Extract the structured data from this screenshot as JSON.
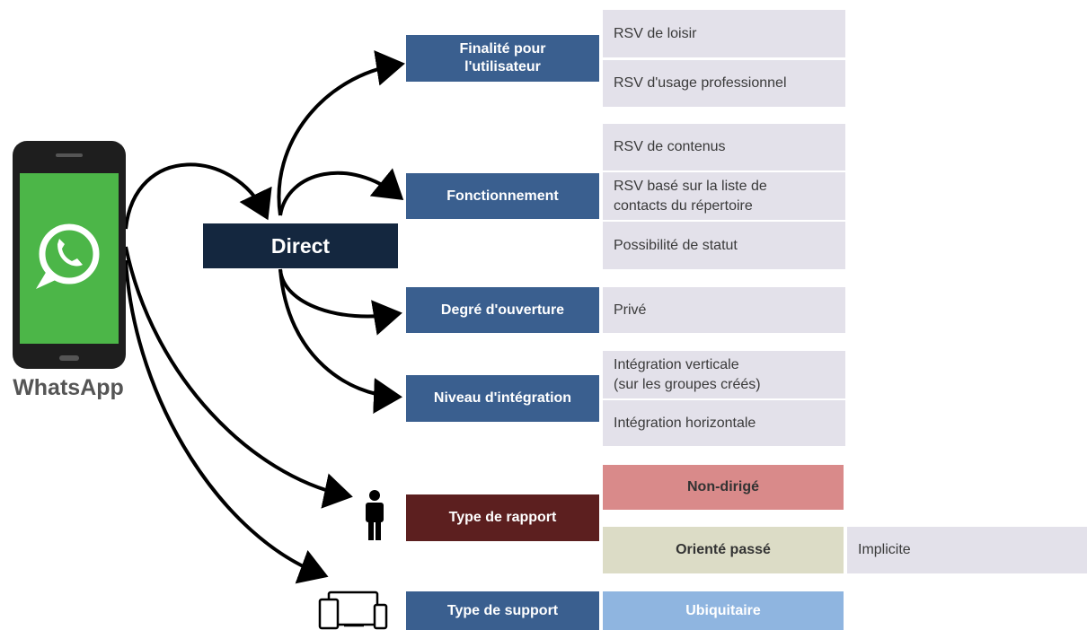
{
  "app_name": "WhatsApp",
  "hub": "Direct",
  "categories": {
    "finalite": "Finalité pour\nl'utilisateur",
    "fonctionnement": "Fonctionnement",
    "ouverture": "Degré d'ouverture",
    "integration": "Niveau d'intégration",
    "rapport": "Type de rapport",
    "support": "Type de support"
  },
  "options": {
    "loisir": "RSV de loisir",
    "pro": "RSV d'usage professionnel",
    "contenus": "RSV de contenus",
    "contacts": "RSV basé sur la liste de\ncontacts du répertoire",
    "statut": "Possibilité de statut",
    "prive": "Privé",
    "verticale": "Intégration verticale\n(sur les groupes créés)",
    "horizontale": "Intégration horizontale",
    "non_dirige": "Non-dirigé",
    "oriente_passe": "Orienté passé",
    "implicite": "Implicite",
    "ubiquitaire": "Ubiquitaire"
  },
  "colors": {
    "category_blue": "#3a5f8f",
    "hub_navy": "#14273f",
    "rapport_maroon": "#5c1f1f",
    "option_gray": "#e3e1ea",
    "non_dirige_pink": "#d98a8a",
    "oriente_beige": "#dcdcc6",
    "ubiquitaire_blue": "#8fb5e0",
    "whatsapp_green": "#4cb648"
  },
  "icons": [
    "whatsapp-phone-icon",
    "person-icon",
    "devices-icon"
  ]
}
